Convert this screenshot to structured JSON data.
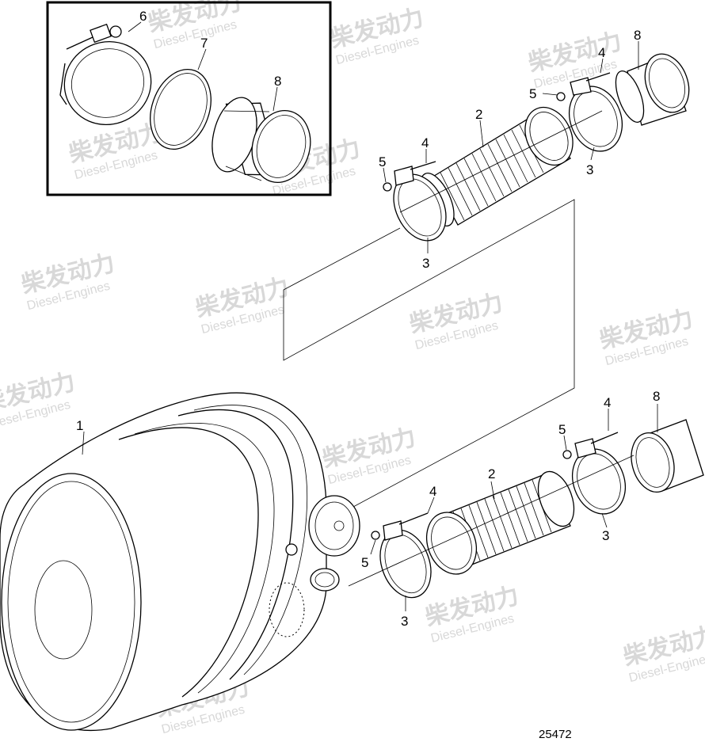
{
  "figure_number": "25472",
  "watermark": {
    "text_cn": "柴发动力",
    "text_en": "Diesel-Engines"
  },
  "callouts": {
    "inset_clamp": "6",
    "inset_ring": "7",
    "inset_pipe": "8",
    "upper_pipe_right": "8",
    "upper_bolt_right": "4",
    "upper_nut_right": "5",
    "upper_clamp_right": "3",
    "upper_bellows": "2",
    "upper_bolt_left": "4",
    "upper_nut_left": "5",
    "upper_clamp_left": "3",
    "muffler": "1",
    "lower_bellows": "2",
    "lower_bolt_right": "4",
    "lower_nut_right": "5",
    "lower_pipe_right": "8",
    "lower_clamp_right": "3",
    "lower_bolt_left": "4",
    "lower_nut_left": "5",
    "lower_clamp_left": "3"
  }
}
